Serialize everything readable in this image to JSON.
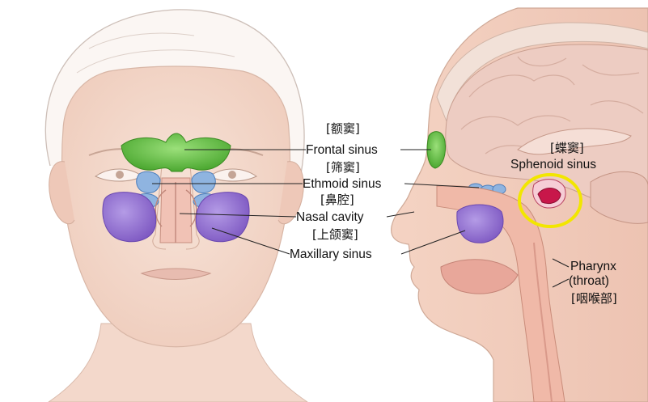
{
  "labels": {
    "frontal": {
      "cn": "[额窦]",
      "en": "Frontal sinus"
    },
    "ethmoid": {
      "cn": "[筛窦]",
      "en": "Ethmoid sinus"
    },
    "nasal": {
      "cn": "[鼻腔]",
      "en": "Nasal cavity"
    },
    "maxillary": {
      "cn": "[上颌窦]",
      "en": "Maxillary sinus"
    },
    "sphenoid": {
      "cn": "[蝶窦]",
      "en": "Sphenoid sinus"
    },
    "pharynx": {
      "en": "Pharynx",
      "en2": "(throat)",
      "cn": "[咽喉部]"
    }
  },
  "colors": {
    "frontal_sinus": "#5fbf3a",
    "ethmoid_sinus": "#7fa8d8",
    "maxillary_sinus": "#8a63c7",
    "sphenoid_sinus": "#c8174a",
    "highlight_ring": "#f2e600",
    "skin": "#f3d6c8",
    "brain": "#ecc7bd"
  }
}
